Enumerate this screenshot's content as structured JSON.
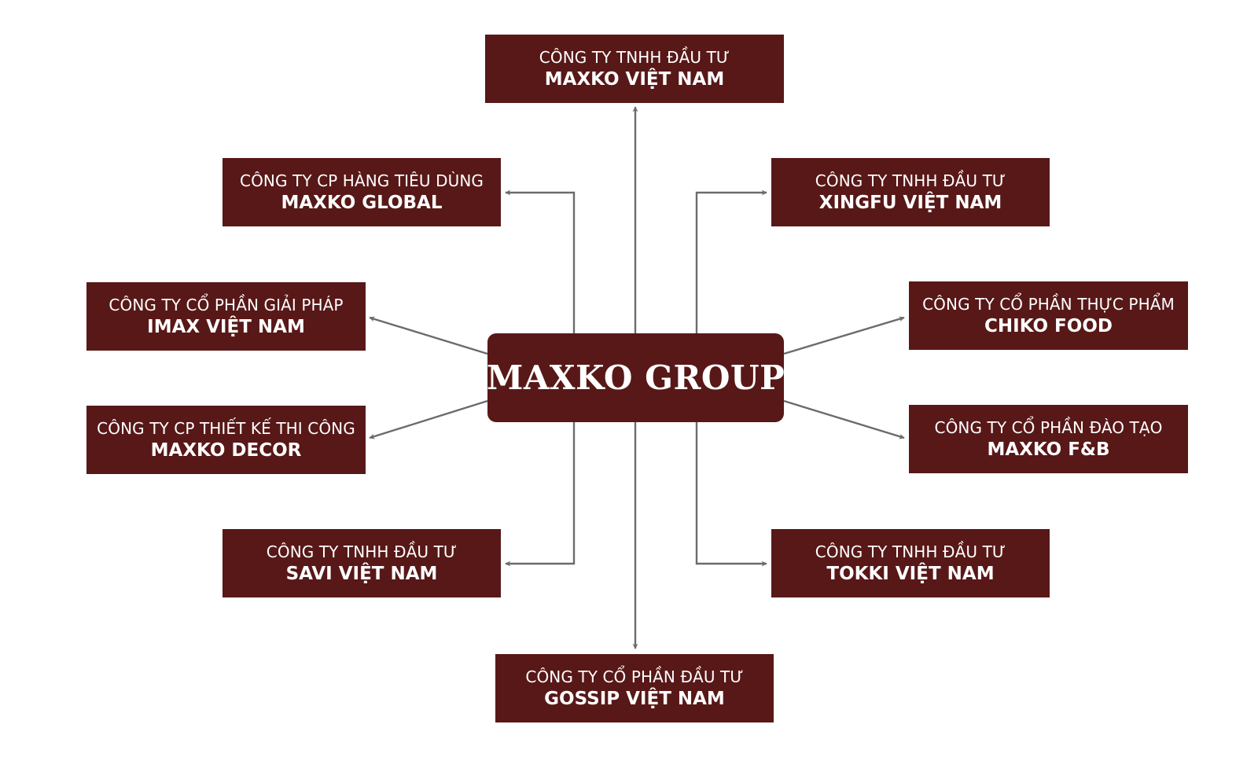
{
  "colors": {
    "box_fill": "#581818",
    "connector": "#6b6b6b",
    "text": "#ffffff"
  },
  "center": {
    "label": "MAXKO GROUP"
  },
  "subsidiaries": {
    "top": {
      "line1": "CÔNG TY TNHH ĐẦU TƯ",
      "line2": "MAXKO VIỆT NAM"
    },
    "upper_left": {
      "line1": "CÔNG TY CP HÀNG TIÊU DÙNG",
      "line2": "MAXKO GLOBAL"
    },
    "upper_right": {
      "line1": "CÔNG TY TNHH ĐẦU TƯ",
      "line2": "XINGFU VIỆT NAM"
    },
    "mid_left_top": {
      "line1": "CÔNG TY CỔ PHẦN GIẢI PHÁP",
      "line2": "IMAX VIỆT NAM"
    },
    "mid_right_top": {
      "line1": "CÔNG TY CỔ PHẦN THỰC PHẨM",
      "line2": "CHIKO FOOD"
    },
    "mid_left_bottom": {
      "line1": "CÔNG TY CP THIẾT KẾ THI CÔNG",
      "line2": "MAXKO DECOR"
    },
    "mid_right_bottom": {
      "line1": "CÔNG TY CỔ PHẦN ĐÀO TẠO",
      "line2": "MAXKO F&B"
    },
    "lower_left": {
      "line1": "CÔNG TY TNHH ĐẦU TƯ",
      "line2": "SAVI VIỆT NAM"
    },
    "lower_right": {
      "line1": "CÔNG TY TNHH ĐẦU TƯ",
      "line2": "TOKKI VIỆT NAM"
    },
    "bottom": {
      "line1": "CÔNG TY CỔ PHẦN ĐẦU TƯ",
      "line2": "GOSSIP VIỆT NAM"
    }
  }
}
